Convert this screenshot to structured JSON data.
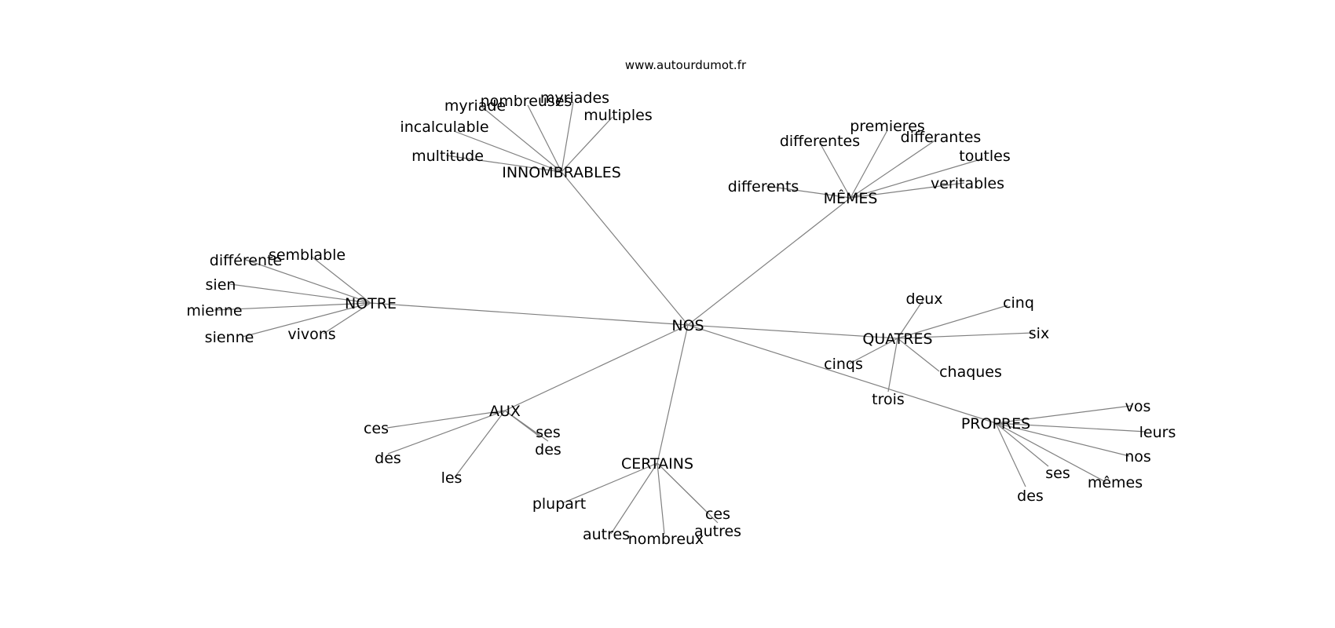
{
  "site": "www.autourdumot.fr",
  "graph": {
    "center": "NOS",
    "groups": [
      {
        "hub": "INNOMBRABLES",
        "words": [
          "myriade",
          "nombreuses",
          "myriades",
          "multiples",
          "incalculable",
          "multitude"
        ]
      },
      {
        "hub": "MÊMES",
        "words": [
          "differentes",
          "premieres",
          "differantes",
          "toutles",
          "differents",
          "veritables"
        ]
      },
      {
        "hub": "NOTRE",
        "words": [
          "différente",
          "semblable",
          "sien",
          "mienne",
          "sienne",
          "vivons"
        ]
      },
      {
        "hub": "QUATRES",
        "words": [
          "deux",
          "cinq",
          "six",
          "cinqs",
          "chaques",
          "trois"
        ]
      },
      {
        "hub": "AUX",
        "words": [
          "ces",
          "des",
          "les",
          "ses",
          "des"
        ]
      },
      {
        "hub": "CERTAINS",
        "words": [
          "plupart",
          "autres",
          "nombreux",
          "ces",
          "autres"
        ]
      },
      {
        "hub": "PROPRES",
        "words": [
          "vos",
          "leurs",
          "nos",
          "ses",
          "mêmes",
          "des"
        ]
      }
    ]
  }
}
